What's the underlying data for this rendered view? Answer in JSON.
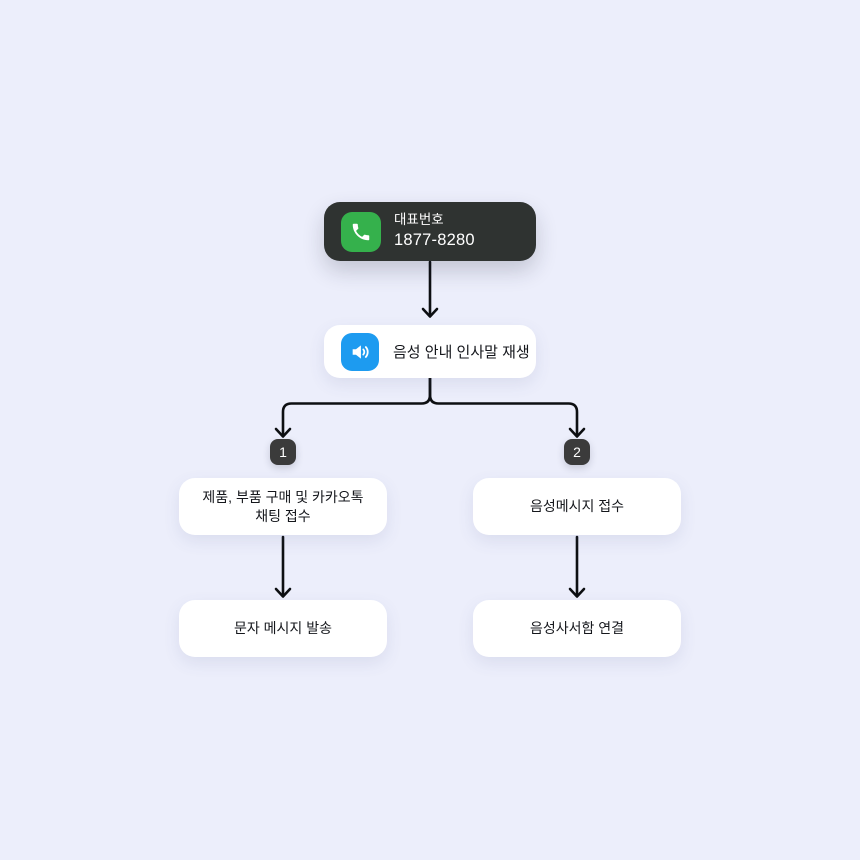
{
  "colors": {
    "background": "#ECEEFB",
    "root_box_bg": "#2F3331",
    "phone_icon_bg": "#35B14C",
    "speaker_icon_bg": "#1D9BF0",
    "badge_bg": "#3B3B3B",
    "card_bg": "#FFFFFF",
    "line": "#0D0F12",
    "text_dark": "#15171C",
    "text_light": "#FFFFFF"
  },
  "diagram": {
    "root": {
      "title": "대표번호",
      "number": "1877-8280",
      "icon": "phone-icon"
    },
    "greeting": {
      "label": "음성 안내 인사말 재생",
      "icon": "speaker-icon"
    },
    "branches": [
      {
        "key": "1",
        "step1": "제품, 부품 구매 및 카카오톡 채팅 접수",
        "step2": "문자 메시지 발송"
      },
      {
        "key": "2",
        "step1": "음성메시지 접수",
        "step2": "음성사서함 연결"
      }
    ]
  }
}
